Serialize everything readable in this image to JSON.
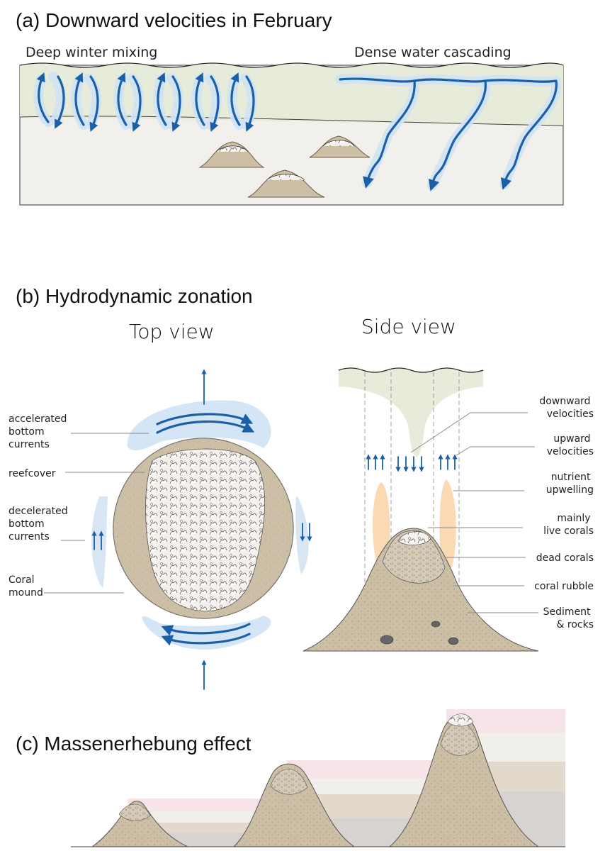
{
  "panels": {
    "a": {
      "title": "(a) Downward velocities in February",
      "mixing_label": "Deep winter mixing",
      "cascading_label": "Dense water cascading"
    },
    "b": {
      "title": "(b) Hydrodynamic zonation",
      "top_view_title": "Top view",
      "side_view_title": "Side view",
      "top_labels": {
        "accelerated": [
          "accelerated",
          "bottom",
          "currents"
        ],
        "reefcover": "reefcover",
        "decelerated": [
          "decelerated",
          "bottom",
          "currents"
        ],
        "coral_mound": [
          "Coral",
          "mound"
        ]
      },
      "side_labels": {
        "downward": [
          "downward",
          "velocities"
        ],
        "upward": [
          "upward",
          "velocities"
        ],
        "nutrient": [
          "nutrient",
          "upwelling"
        ],
        "live_corals": [
          "mainly",
          "live corals"
        ],
        "dead_corals": "dead corals",
        "coral_rubble": "coral rubble",
        "sediment": [
          "Sediment",
          "& rocks"
        ]
      }
    },
    "c": {
      "title": "(c) Massenerhebung effect"
    }
  },
  "colors": {
    "arrow": "#1a5fa8",
    "arrow_glow": "#cfe2f4",
    "mixed_layer": "#e6ecd9",
    "seabed": "#f2f0ec",
    "sediment": "#cdbfa6",
    "nutrient": "#fbd9b3",
    "band_pink": "#f6e4e8",
    "band_light": "#f1efea",
    "band_tan": "#e2d9cc",
    "band_grey": "#d6d3d0"
  }
}
